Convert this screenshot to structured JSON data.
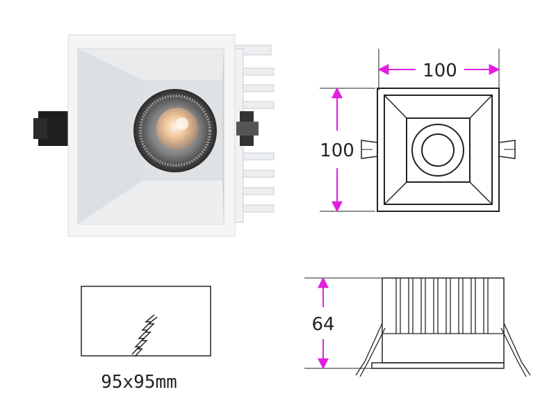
{
  "front_view": {
    "width_label": "100",
    "height_label": "100"
  },
  "side_view": {
    "height_label": "64"
  },
  "cutout": {
    "label": "95x95mm"
  },
  "colors": {
    "dimension_arrow": "#e020e0",
    "line": "#222222",
    "housing": "#f4f5f7"
  },
  "icons": [
    "product-photo",
    "saw-cut-icon"
  ]
}
